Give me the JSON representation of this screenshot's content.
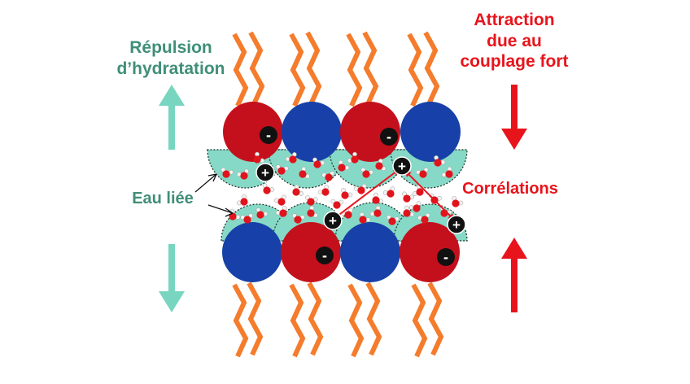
{
  "labels": {
    "repulsion_line1": "Répulsion",
    "repulsion_line2": "d’hydratation",
    "attraction_line1": "Attraction",
    "attraction_line2": "due au",
    "attraction_line3": "couplage fort",
    "bound_water": "Eau liée",
    "correlations": "Corrélations"
  },
  "symbols": {
    "minus": "-",
    "plus": "+"
  },
  "colors": {
    "tail": "#f47c2c",
    "anion_head": "#c4101c",
    "neutral_head": "#1740a8",
    "hydration_shell": "#86d9c6",
    "hydration_arrow": "#78d6c0",
    "attraction_arrow": "#e8141c",
    "label_green": "#3f8f78",
    "label_red": "#e8141c"
  }
}
